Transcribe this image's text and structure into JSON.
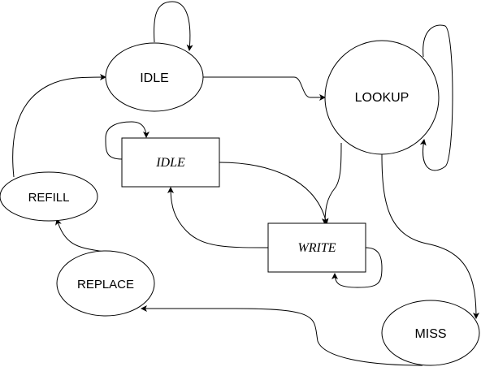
{
  "diagram": {
    "states": {
      "idle_top": "IDLE",
      "lookup": "LOOKUP",
      "idle_box": "IDLE",
      "write": "WRITE",
      "refill": "REFILL",
      "replace": "REPLACE",
      "miss": "MISS"
    },
    "colors": {
      "stroke": "#000000",
      "fill": "#ffffff",
      "background": "#ffffff"
    }
  }
}
